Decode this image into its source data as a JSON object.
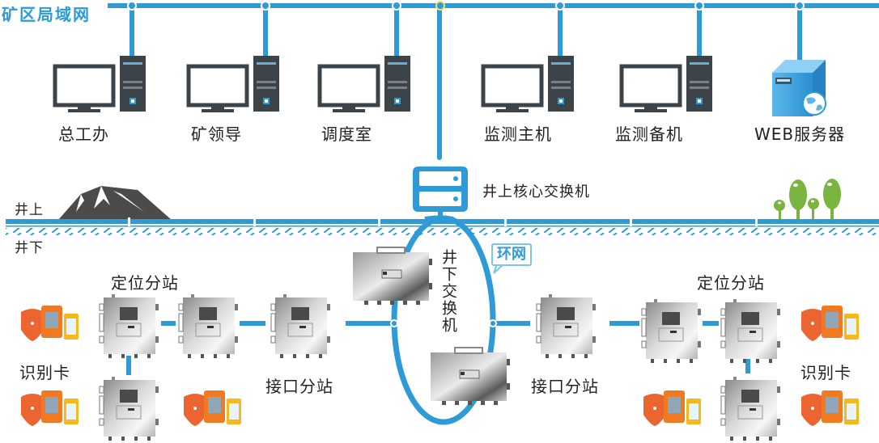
{
  "title": "矿区局域网",
  "colors": {
    "network_blue": "#2e9ad8",
    "device_dark": "#3d4449",
    "mountain": "#4a4a4a",
    "tree_green": "#7ab540",
    "card_orange": "#ee6a2a",
    "card_yellow": "#f4b41e"
  },
  "surface": {
    "top_nodes": [
      {
        "label": "总工办",
        "icon": "desktop-computer-icon"
      },
      {
        "label": "矿领导",
        "icon": "desktop-computer-icon"
      },
      {
        "label": "调度室",
        "icon": "desktop-computer-icon"
      },
      {
        "label": "监测主机",
        "icon": "desktop-computer-icon"
      },
      {
        "label": "监测备机",
        "icon": "desktop-computer-icon"
      },
      {
        "label": "WEB服务器",
        "icon": "web-server-icon"
      }
    ],
    "core_switch": "井上核心交换机",
    "above_ground": "井上",
    "below_ground": "井下"
  },
  "underground": {
    "switch_label": "井下交换机",
    "ring_label": "环网",
    "left": {
      "interface_station": "接口分站",
      "positioning_station": "定位分站",
      "id_card": "识别卡"
    },
    "right": {
      "interface_station": "接口分站",
      "positioning_station": "定位分站",
      "id_card": "识别卡"
    }
  }
}
